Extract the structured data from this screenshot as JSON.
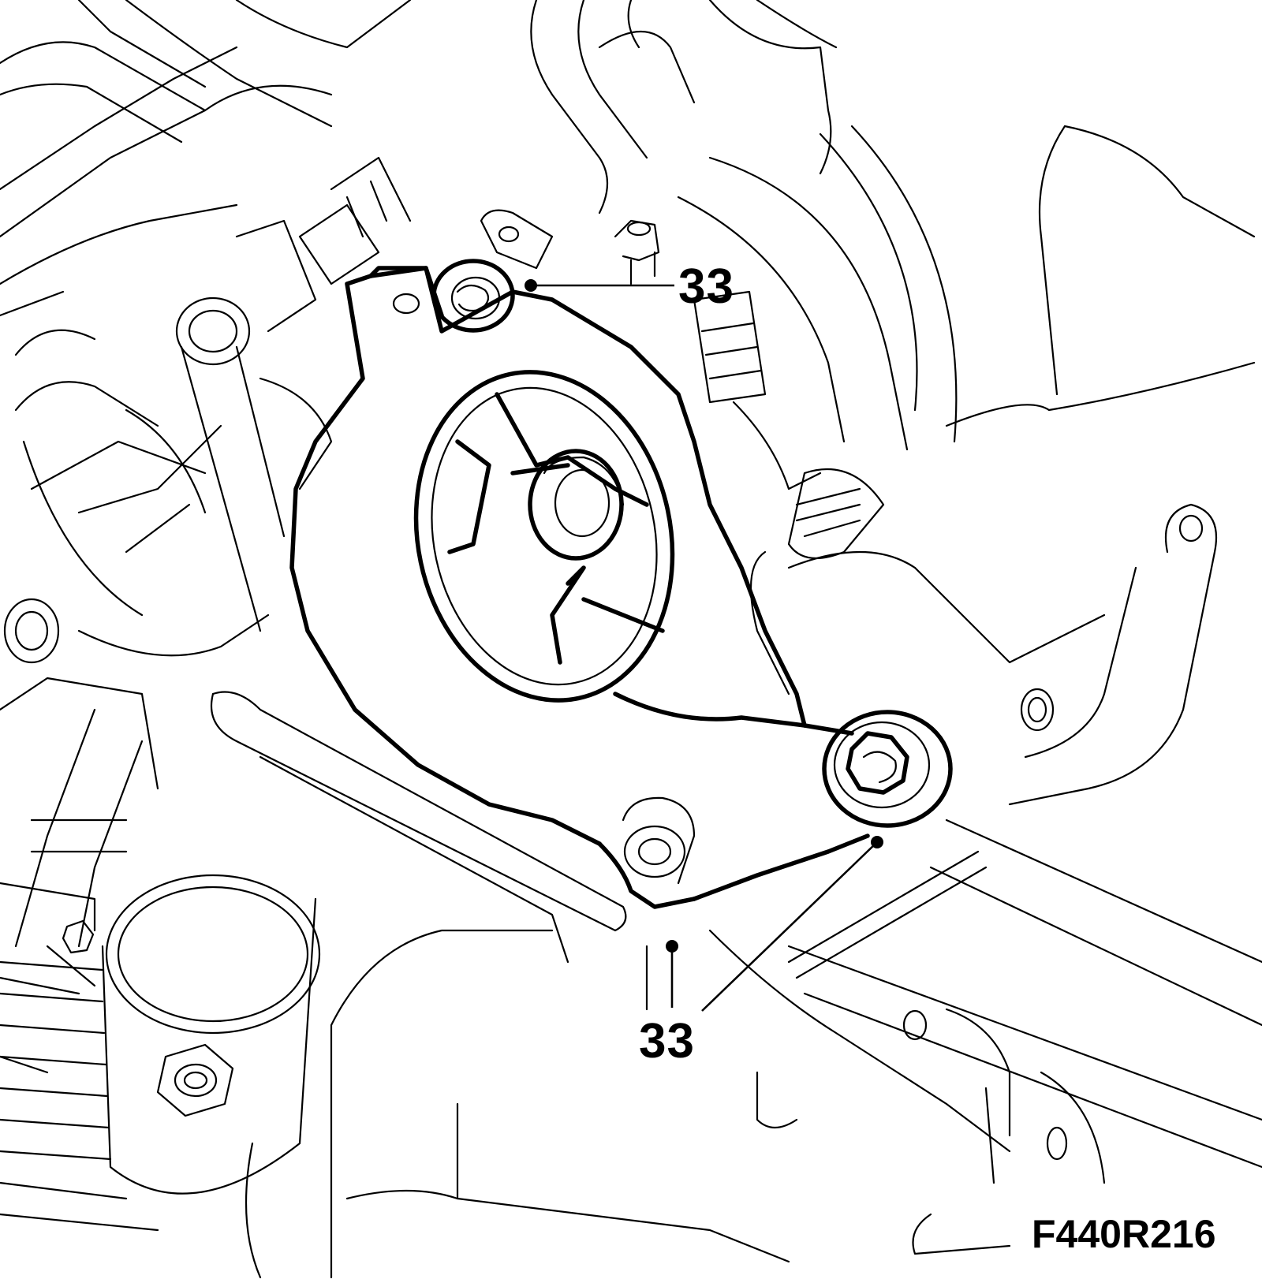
{
  "callouts": [
    {
      "label": "33"
    },
    {
      "label": "33"
    }
  ],
  "figure_code": "F440R216"
}
